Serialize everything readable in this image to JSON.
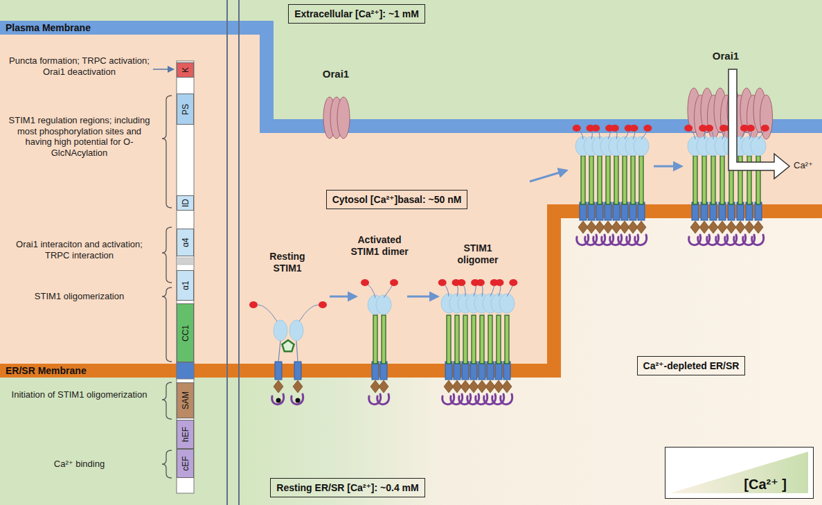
{
  "diagram": {
    "nodes": [
      {
        "text": [
          "Plasma Membrane"
        ]
      },
      {
        "text": [
          "Extracellular [Ca²⁺]: ~1 mM"
        ]
      },
      {
        "text": [
          "K"
        ]
      },
      {
        "text": [
          "PS"
        ]
      },
      {
        "text": [
          "ID"
        ]
      },
      {
        "text": [
          "α4"
        ]
      },
      {
        "text": [
          "α1"
        ]
      },
      {
        "text": [
          "CC1"
        ]
      },
      {
        "text": [
          "Cytosol [Ca²⁺]basal: ~50 nM"
        ]
      },
      {
        "text": [
          "ER/SR Membrane"
        ]
      },
      {
        "text": [
          "SAM"
        ]
      },
      {
        "text": [
          "hEF"
        ]
      },
      {
        "text": [
          "cEF"
        ]
      },
      {
        "text": [
          "Ca²⁺-depleted ER/SR"
        ]
      },
      {
        "text": [
          "Resting ER/SR [Ca²⁺]: ~0.4 mM"
        ]
      }
    ],
    "labels": [
      "Puncta formation; TRPC activation; Orai1 deactivation",
      "STIM1 regulation regions; including most phosphorylation sites and having high potential for O-GlcNAcylation",
      "Orai1 interaciton and activation; TRPC interaction",
      "STIM1 oligomerization",
      "Initiation of STIM1 oligomerization",
      "Ca²⁺ binding",
      "Orai1",
      "Orai1",
      "Resting STIM1",
      "Activated STIM1 dimer",
      "STIM1 oligomer",
      "Ca²⁺"
    ],
    "legend": [
      {
        "text": "[Ca²⁺ ]"
      }
    ]
  }
}
